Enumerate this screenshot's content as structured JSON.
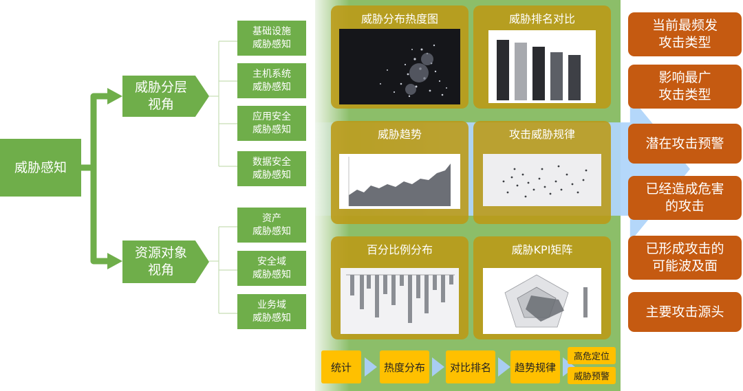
{
  "root": {
    "label": "威胁感知"
  },
  "perspectives": [
    {
      "label": "威胁分层\n视角",
      "children": [
        "基础设施\n威胁感知",
        "主机系统\n威胁感知",
        "应用安全\n威胁感知",
        "数据安全\n威胁感知"
      ]
    },
    {
      "label": "资源对象\n视角",
      "children": [
        "资产\n威胁感知",
        "安全域\n威胁感知",
        "业务域\n威胁感知"
      ]
    }
  ],
  "cards": [
    {
      "title": "威胁分布热度图",
      "thumb": "heatmap-map"
    },
    {
      "title": "威胁排名对比",
      "thumb": "bar-chart"
    },
    {
      "title": "威胁趋势",
      "thumb": "area-chart"
    },
    {
      "title": "攻击威胁规律",
      "thumb": "scatter-plot"
    },
    {
      "title": "百分比例分布",
      "thumb": "waterfall-chart"
    },
    {
      "title": "威胁KPI矩阵",
      "thumb": "radar-chart"
    }
  ],
  "steps": [
    "统计",
    "热度分布",
    "对比排名",
    "趋势规律"
  ],
  "final_steps": [
    "高危定位",
    "威胁预警"
  ],
  "outputs": [
    "当前最频发\n攻击类型",
    "影响最广\n攻击类型",
    "潜在攻击预警",
    "已经造成危害\n的攻击",
    "已形成攻击的\n可能波及面",
    "主要攻击源头"
  ],
  "colors": {
    "green": "#6fae4a",
    "panel": "#8cbe69",
    "card": "#bc9a16",
    "step": "#ffc000",
    "arrow": "#b0d5fa",
    "output": "#c55a11"
  }
}
